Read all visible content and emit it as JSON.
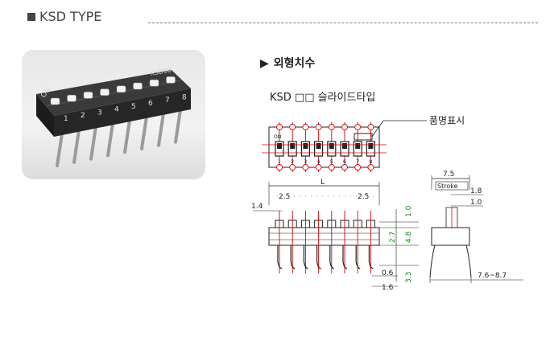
{
  "header": {
    "title": "KSD TYPE"
  },
  "photo": {
    "on_text": "ON",
    "brand_text": "KSD08",
    "numbers": [
      "1",
      "2",
      "3",
      "4",
      "5",
      "6",
      "7",
      "8"
    ]
  },
  "section": {
    "title": "외형치수",
    "subtitle": "KSD □□ 슬라이드타입"
  },
  "drawing": {
    "part_label": "품명표시",
    "top_view": {
      "on_label": "ON",
      "numbers": [
        "1",
        "2",
        "3",
        "4",
        "5",
        "6",
        "7",
        "8"
      ]
    },
    "dims": {
      "length": "L",
      "pitch_left": "2.5",
      "pitch_right": "2.5",
      "offset_left": "1.4",
      "height_top": "1.0",
      "height_body": "2.7",
      "height_total_upper": "4.8",
      "height_pin": "3.3",
      "pin_w1": "0.6",
      "pin_w2": "1.6",
      "side_width": "7.5",
      "stroke": "Stroke",
      "stroke_val": "1.8",
      "knob_top": "1.0",
      "row_spacing": "7.6~8.7"
    }
  }
}
